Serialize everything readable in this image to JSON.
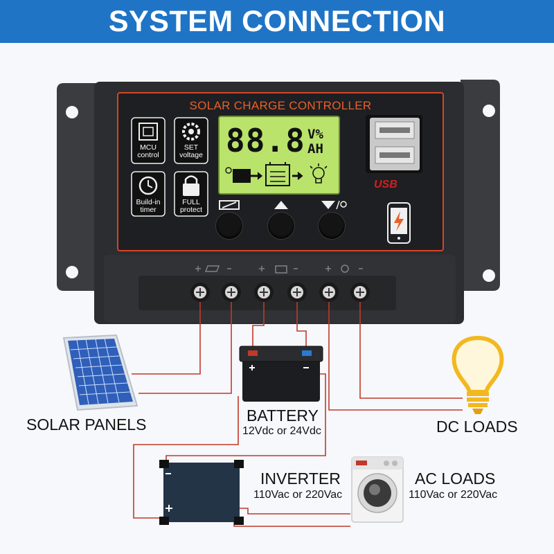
{
  "header": {
    "title": "SYSTEM CONNECTION"
  },
  "controller": {
    "title": "SOLAR CHARGE CONTROLLER",
    "lcd": {
      "digits": "88.8",
      "unit_top": "V%",
      "unit_bottom": "AH"
    },
    "features": [
      {
        "line1": "MCU",
        "line2": "control"
      },
      {
        "line1": "SET",
        "line2": "voltage"
      },
      {
        "line1": "Build-in",
        "line2": "timer"
      },
      {
        "line1": "FULL",
        "line2": "protect"
      }
    ],
    "usb_label": "USB"
  },
  "components": {
    "solar": {
      "label": "SOLAR PANELS"
    },
    "battery": {
      "label": "BATTERY",
      "spec": "12Vdc or 24Vdc"
    },
    "dc_loads": {
      "label": "DC LOADS"
    },
    "inverter": {
      "label": "INVERTER",
      "spec": "110Vac or 220Vac"
    },
    "ac_loads": {
      "label": "AC LOADS",
      "spec": "110Vac or 220Vac"
    }
  },
  "colors": {
    "banner": "#1f74c6",
    "wire": "#c0392b",
    "controller_body": "#2b2d31",
    "accent": "#e8602a",
    "lcd": "#b9e36a"
  }
}
